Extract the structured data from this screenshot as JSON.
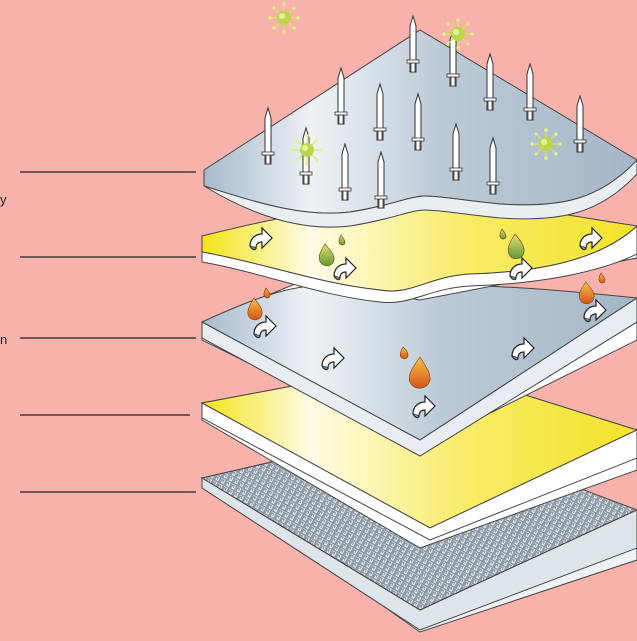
{
  "colors": {
    "background": "#F7B3AB",
    "membrane_layer": "#A9BCCB",
    "membrane_edge": "#E9EEF2",
    "yellow_layer": "#F5E43A",
    "mesh_layer": "#8E9AA5",
    "droplet_orange": "#E0781A",
    "droplet_green": "#8DB43A",
    "microbe": "#C8E04A",
    "leader_line": "#222222"
  },
  "layers": [
    {
      "kind": "membrane-with-spikes"
    },
    {
      "kind": "yellow"
    },
    {
      "kind": "membrane"
    },
    {
      "kind": "yellow"
    },
    {
      "kind": "mesh"
    }
  ],
  "edge_text": [
    "y",
    "n"
  ],
  "icons": [
    "spike-icon",
    "microbe-icon",
    "droplet-icon",
    "arrow-up-icon"
  ]
}
